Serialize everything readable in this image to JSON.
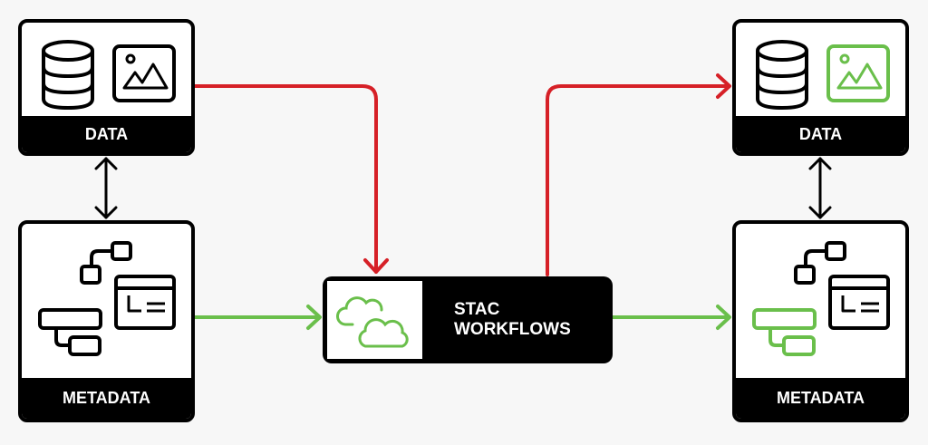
{
  "colors": {
    "red": "#d62027",
    "green": "#6abf4b",
    "black": "#000000"
  },
  "left": {
    "data_label": "DATA",
    "metadata_label": "METADATA"
  },
  "center": {
    "line1": "STAC",
    "line2": "WORKFLOWS",
    "icon": "cloud-icon"
  },
  "right": {
    "data_label": "DATA",
    "metadata_label": "METADATA"
  }
}
